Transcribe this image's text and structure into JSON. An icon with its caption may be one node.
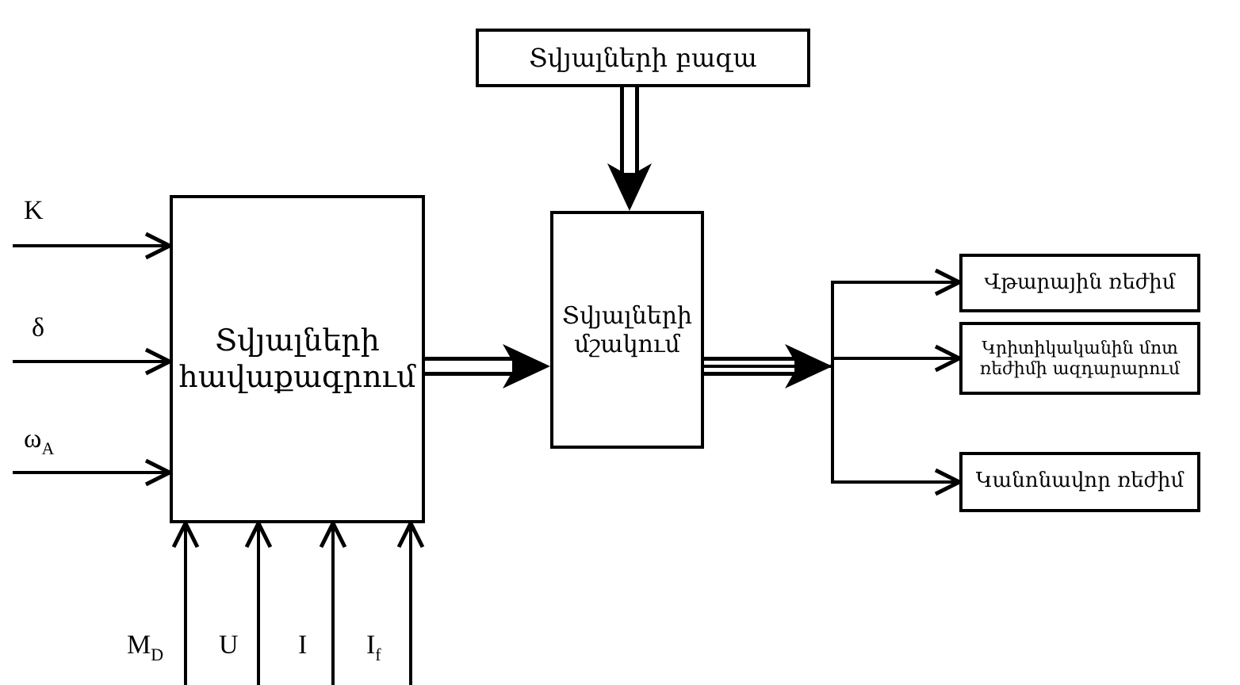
{
  "diagram": {
    "nodes": [
      {
        "text": [
          "Տվյալների բազա"
        ]
      },
      {
        "text": [
          "Տվյալների հավաքագրում"
        ]
      },
      {
        "text": [
          "Տվյալների մշակում"
        ]
      },
      {
        "text": [
          "Վթարային ռեժիմ"
        ]
      },
      {
        "text": [
          "Կրիտիկականին մոտ ռեժիմի ազդարարում"
        ]
      },
      {
        "text": [
          "Կանոնավոր ռեժիմ"
        ]
      }
    ],
    "edges": [
      {
        "from": null,
        "to": 1,
        "arrow": "to",
        "label": "K"
      },
      {
        "from": null,
        "to": 1,
        "arrow": "to",
        "label": "δ"
      },
      {
        "from": null,
        "to": 1,
        "arrow": "to",
        "label": "ω$_{A}$"
      },
      {
        "from": null,
        "to": 1,
        "arrow": "to",
        "label": "M$_{D}$"
      },
      {
        "from": null,
        "to": 1,
        "arrow": "to",
        "label": "U"
      },
      {
        "from": null,
        "to": 1,
        "arrow": "to",
        "label": "I"
      },
      {
        "from": null,
        "to": 1,
        "arrow": "to",
        "label": "I$_{f}$"
      },
      {
        "from": 0,
        "to": 2,
        "arrow": "to",
        "style": "thick"
      },
      {
        "from": 1,
        "to": 2,
        "arrow": "to",
        "style": "thick"
      },
      {
        "from": 2,
        "to": 3,
        "arrow": "to"
      },
      {
        "from": 2,
        "to": 4,
        "arrow": "to"
      },
      {
        "from": 2,
        "to": 5,
        "arrow": "to"
      }
    ]
  }
}
